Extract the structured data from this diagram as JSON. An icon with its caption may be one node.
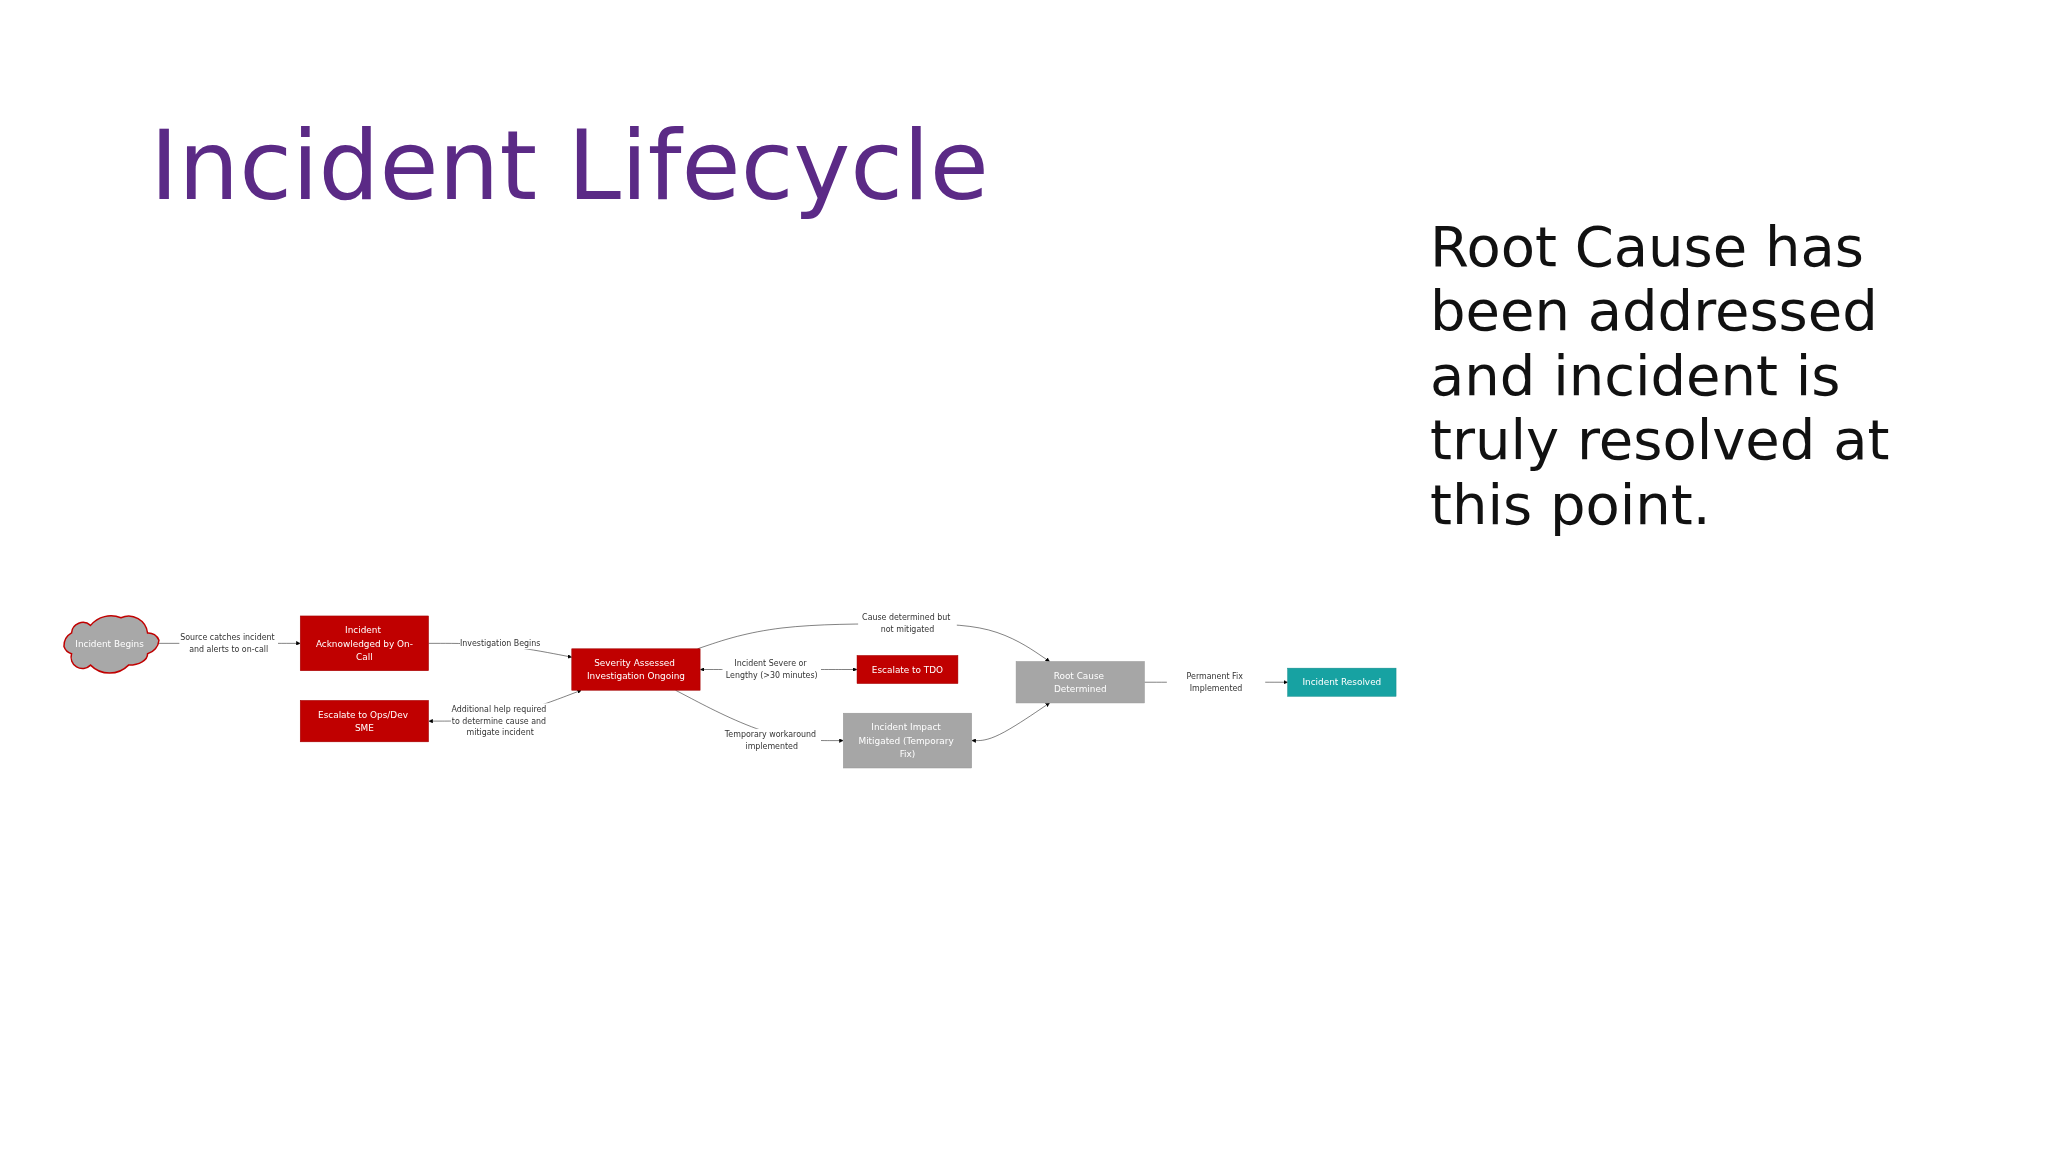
{
  "diagram": {
    "title": "Incident Lifecycle",
    "nodes": [
      {
        "text": [
          "Incident Begins"
        ]
      },
      {
        "text": [
          "Escalate to Ops/Dev SME"
        ]
      },
      {
        "text": [
          "Incident Impact Mitigated (Temporary Fix)"
        ]
      },
      {
        "text": [
          "Incident Acknowledged by On-Call"
        ]
      },
      {
        "text": [
          "Severity Assessed Investigation Ongoing"
        ]
      },
      {
        "text": [
          "Incident Resolved"
        ]
      },
      {
        "text": [
          "Root Cause Determined"
        ]
      },
      {
        "text": [
          "Escalate to TDO"
        ]
      }
    ],
    "edges": [
      {
        "from": 0,
        "to": 3,
        "arrow": "to",
        "label": "Source catches incident and alerts to on-call"
      },
      {
        "from": 3,
        "to": 4,
        "arrow": "to",
        "label": "Investigation Begins"
      },
      {
        "from": 1,
        "to": 4,
        "arrow": "both",
        "label": "Additional help required to determine cause and mitigate incident"
      },
      {
        "from": 4,
        "to": 7,
        "arrow": "both",
        "label": "Incident Severe or Lengthy (>30 minutes)"
      },
      {
        "from": 4,
        "to": 2,
        "arrow": "to",
        "label": "Temporary workaround implemented"
      },
      {
        "from": 4,
        "to": 6,
        "arrow": "to",
        "label": "Cause determined but not mitigated"
      },
      {
        "from": 2,
        "to": 6,
        "arrow": "both"
      },
      {
        "from": 6,
        "to": 5,
        "arrow": "to",
        "label": "Permanent Fix Implemented"
      }
    ],
    "labels": [
      "Root Cause has been addressed and incident is truly resolved at this point."
    ]
  }
}
